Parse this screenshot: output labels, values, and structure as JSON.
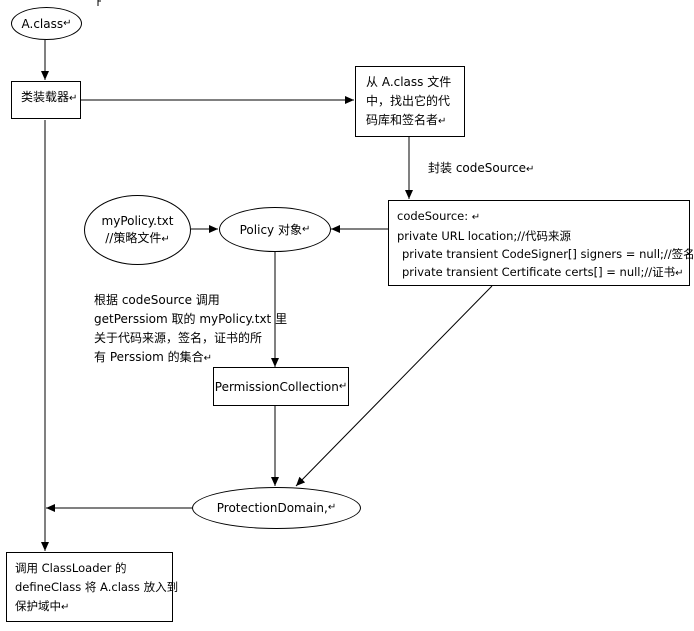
{
  "nodes": {
    "aclass": {
      "text": "A.class",
      "mark": "↵"
    },
    "loader": {
      "text": "类装载器",
      "mark": "↵"
    },
    "find": {
      "lines": [
        "从  A.class  文件",
        "中，找出它的代",
        "码库和签名者"
      ],
      "mark": "↵"
    },
    "codesource": {
      "lines": [
        "codeSource: ",
        "private URL location;//代码来源",
        "private transient CodeSigner[] signers = null;//签名者",
        "private transient Certificate certs[] = null;//证书"
      ],
      "mark": "↵"
    },
    "mypolicy": {
      "lines": [
        "myPolicy.txt",
        "//策略文件"
      ],
      "mark": "↵"
    },
    "policy": {
      "text": "Policy 对象",
      "mark": "↵"
    },
    "permcoll": {
      "text": "PermissionCollection",
      "mark": "↵"
    },
    "protdomain": {
      "text": "ProtectionDomain,",
      "mark": "↵"
    },
    "define": {
      "lines": [
        "调用 ClassLoader 的",
        "defineClass 将 A.class 放入到",
        "保护域中"
      ],
      "mark": "↵"
    }
  },
  "labels": {
    "wrap": {
      "text": "封装 codeSource",
      "mark": "↵"
    },
    "getperm": {
      "lines": [
        "根据 codeSource 调用",
        "getPerssiom 取的 myPolicy.txt 里",
        "关于代码来源，签名，证书的所",
        "有 Perssiom 的集合"
      ],
      "mark": "↵"
    }
  }
}
